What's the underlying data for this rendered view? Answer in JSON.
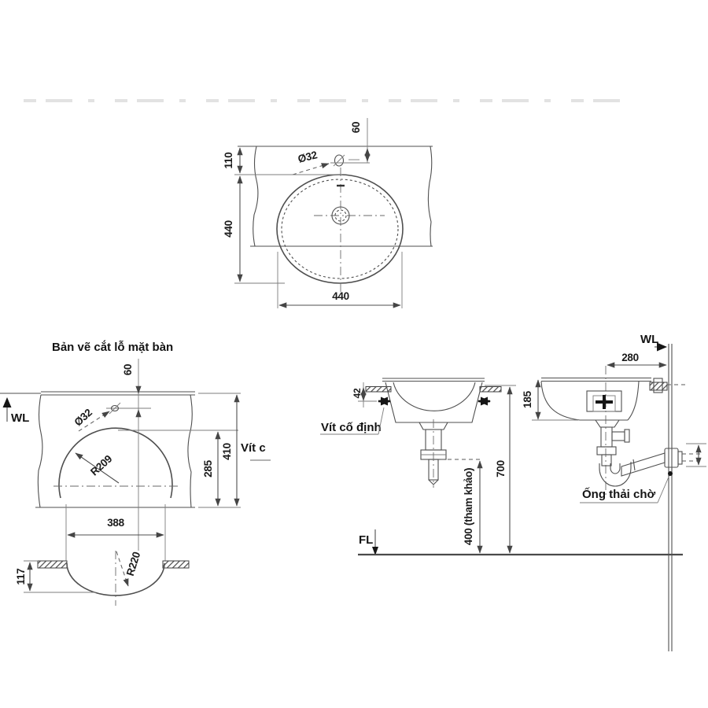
{
  "top_view": {
    "dim_60": "60",
    "dim_110": "110",
    "dim_440_side": "440",
    "dim_440_bottom": "440",
    "hole_label": "Ø32"
  },
  "cutout_view": {
    "title": "Bản vẽ cắt lỗ mặt bàn",
    "dim_60": "60",
    "hole_label": "Ø32",
    "radius_label": "R209",
    "dim_285": "285",
    "dim_410": "410",
    "dim_388": "388",
    "wall_label": "WL",
    "truncated_label": "Vít c"
  },
  "basin_view": {
    "radius_label": "R220",
    "dim_117": "117"
  },
  "front_view": {
    "dim_42": "42",
    "screw_label": "Vít cố định",
    "dim_400": "400 (tham khảo)",
    "dim_700": "700",
    "floor_label": "FL"
  },
  "side_view": {
    "wall_label": "WL",
    "dim_280": "280",
    "dim_185": "185",
    "waste_label": "Ống thải chờ"
  }
}
